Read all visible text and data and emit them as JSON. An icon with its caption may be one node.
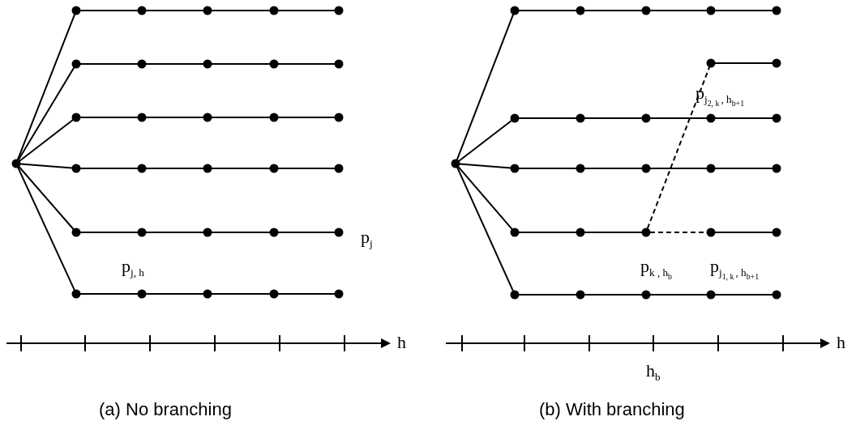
{
  "diagram": {
    "nodes": [
      {
        "text": [],
        "shape": "circle"
      },
      {
        "text": [],
        "shape": "circle"
      },
      {
        "text": [],
        "shape": "circle"
      },
      {
        "text": [],
        "shape": "circle"
      },
      {
        "text": [],
        "shape": "circle"
      },
      {
        "text": [],
        "shape": "circle"
      },
      {
        "text": [],
        "shape": "circle"
      },
      {
        "text": [],
        "shape": "circle"
      },
      {
        "text": [],
        "shape": "circle"
      },
      {
        "text": [],
        "shape": "circle"
      },
      {
        "text": [],
        "shape": "circle"
      },
      {
        "text": [],
        "shape": "circle"
      },
      {
        "text": [],
        "shape": "circle"
      },
      {
        "text": [],
        "shape": "circle"
      },
      {
        "text": [],
        "shape": "circle"
      },
      {
        "text": [],
        "shape": "circle"
      },
      {
        "text": [],
        "shape": "circle"
      },
      {
        "text": [],
        "shape": "circle"
      },
      {
        "text": [],
        "shape": "circle"
      },
      {
        "text": [],
        "shape": "circle"
      },
      {
        "text": [],
        "shape": "circle"
      },
      {
        "text": [],
        "shape": "circle"
      },
      {
        "text": [],
        "shape": "circle"
      },
      {
        "text": [],
        "shape": "circle"
      },
      {
        "text": [],
        "shape": "circle"
      },
      {
        "text": [],
        "shape": "circle"
      },
      {
        "text": [],
        "shape": "circle"
      },
      {
        "text": [],
        "shape": "circle"
      },
      {
        "text": [],
        "shape": "circle"
      },
      {
        "text": [],
        "shape": "circle"
      },
      {
        "text": [],
        "shape": "circle"
      },
      {
        "text": [],
        "shape": "circle"
      },
      {
        "text": [],
        "shape": "circle"
      },
      {
        "text": [],
        "shape": "circle"
      },
      {
        "text": [],
        "shape": "circle"
      },
      {
        "text": [],
        "shape": "circle"
      },
      {
        "text": [],
        "shape": "circle"
      },
      {
        "text": [],
        "shape": "circle"
      },
      {
        "text": [],
        "shape": "circle"
      },
      {
        "text": [],
        "shape": "circle"
      },
      {
        "text": [],
        "shape": "circle"
      },
      {
        "text": [],
        "shape": "circle"
      },
      {
        "text": [],
        "shape": "circle"
      },
      {
        "text": [],
        "shape": "circle"
      },
      {
        "text": [],
        "shape": "circle"
      },
      {
        "text": [],
        "shape": "circle"
      },
      {
        "text": [],
        "shape": "circle"
      },
      {
        "text": [],
        "shape": "circle"
      },
      {
        "text": [],
        "shape": "circle"
      },
      {
        "text": [],
        "shape": "circle"
      },
      {
        "text": [],
        "shape": "circle"
      },
      {
        "text": [],
        "shape": "circle"
      },
      {
        "text": [],
        "shape": "circle"
      },
      {
        "text": [],
        "shape": "circle"
      },
      {
        "text": [],
        "shape": "circle"
      },
      {
        "text": [],
        "shape": "circle"
      },
      {
        "text": [],
        "shape": "circle"
      },
      {
        "text": [],
        "shape": "circle"
      },
      {
        "text": [],
        "shape": "circle"
      }
    ],
    "edges": [
      {
        "from": 0,
        "to": 1,
        "arrow": "none"
      },
      {
        "from": 0,
        "to": 6,
        "arrow": "none"
      },
      {
        "from": 0,
        "to": 11,
        "arrow": "none"
      },
      {
        "from": 0,
        "to": 16,
        "arrow": "none"
      },
      {
        "from": 0,
        "to": 21,
        "arrow": "none"
      },
      {
        "from": 0,
        "to": 26,
        "arrow": "none"
      },
      {
        "from": 1,
        "to": 2,
        "arrow": "none"
      },
      {
        "from": 2,
        "to": 3,
        "arrow": "none"
      },
      {
        "from": 3,
        "to": 4,
        "arrow": "none"
      },
      {
        "from": 4,
        "to": 5,
        "arrow": "none"
      },
      {
        "from": 6,
        "to": 7,
        "arrow": "none"
      },
      {
        "from": 7,
        "to": 8,
        "arrow": "none"
      },
      {
        "from": 8,
        "to": 9,
        "arrow": "none"
      },
      {
        "from": 9,
        "to": 10,
        "arrow": "none"
      },
      {
        "from": 11,
        "to": 12,
        "arrow": "none"
      },
      {
        "from": 12,
        "to": 13,
        "arrow": "none"
      },
      {
        "from": 13,
        "to": 14,
        "arrow": "none"
      },
      {
        "from": 14,
        "to": 15,
        "arrow": "none"
      },
      {
        "from": 16,
        "to": 17,
        "arrow": "none"
      },
      {
        "from": 17,
        "to": 18,
        "arrow": "none"
      },
      {
        "from": 18,
        "to": 19,
        "arrow": "none"
      },
      {
        "from": 19,
        "to": 20,
        "arrow": "none"
      },
      {
        "from": 21,
        "to": 22,
        "arrow": "none"
      },
      {
        "from": 22,
        "to": 23,
        "arrow": "none"
      },
      {
        "from": 23,
        "to": 24,
        "arrow": "none"
      },
      {
        "from": 24,
        "to": 25,
        "arrow": "none"
      },
      {
        "from": 26,
        "to": 27,
        "arrow": "none"
      },
      {
        "from": 27,
        "to": 28,
        "arrow": "none"
      },
      {
        "from": 28,
        "to": 29,
        "arrow": "none"
      },
      {
        "from": 29,
        "to": 30,
        "arrow": "none"
      },
      {
        "from": 31,
        "to": 32,
        "arrow": "none"
      },
      {
        "from": 31,
        "to": 39,
        "arrow": "none"
      },
      {
        "from": 31,
        "to": 44,
        "arrow": "none"
      },
      {
        "from": 31,
        "to": 49,
        "arrow": "none"
      },
      {
        "from": 31,
        "to": 54,
        "arrow": "none"
      },
      {
        "from": 32,
        "to": 33,
        "arrow": "none"
      },
      {
        "from": 33,
        "to": 34,
        "arrow": "none"
      },
      {
        "from": 34,
        "to": 35,
        "arrow": "none"
      },
      {
        "from": 35,
        "to": 36,
        "arrow": "none"
      },
      {
        "from": 37,
        "to": 38,
        "arrow": "none"
      },
      {
        "from": 39,
        "to": 40,
        "arrow": "none"
      },
      {
        "from": 40,
        "to": 41,
        "arrow": "none"
      },
      {
        "from": 41,
        "to": 42,
        "arrow": "none"
      },
      {
        "from": 42,
        "to": 43,
        "arrow": "none"
      },
      {
        "from": 44,
        "to": 45,
        "arrow": "none"
      },
      {
        "from": 45,
        "to": 46,
        "arrow": "none"
      },
      {
        "from": 46,
        "to": 47,
        "arrow": "none"
      },
      {
        "from": 47,
        "to": 48,
        "arrow": "none"
      },
      {
        "from": 49,
        "to": 50,
        "arrow": "none"
      },
      {
        "from": 50,
        "to": 51,
        "arrow": "none"
      },
      {
        "from": 51,
        "to": 37,
        "arrow": "none",
        "style": "dashed"
      },
      {
        "from": 51,
        "to": 52,
        "arrow": "none",
        "style": "dashed"
      },
      {
        "from": 52,
        "to": 53,
        "arrow": "none"
      },
      {
        "from": 54,
        "to": 55,
        "arrow": "none"
      },
      {
        "from": 55,
        "to": 56,
        "arrow": "none"
      },
      {
        "from": 56,
        "to": 57,
        "arrow": "none"
      },
      {
        "from": 57,
        "to": 58,
        "arrow": "none"
      }
    ],
    "labels": [
      "p$_{j}$$_{2, k}$$_{, h}$$_{b+1}$",
      "p$_{j}$",
      "p$_{j, h}$",
      "p$_{k , h}$$_{b}$",
      "p$_{j}$$_{1, k}$$_{, h}$$_{b+1}$",
      "h",
      "h",
      "h$_{b}$",
      "(a) No branching",
      "(b) With branching"
    ]
  }
}
